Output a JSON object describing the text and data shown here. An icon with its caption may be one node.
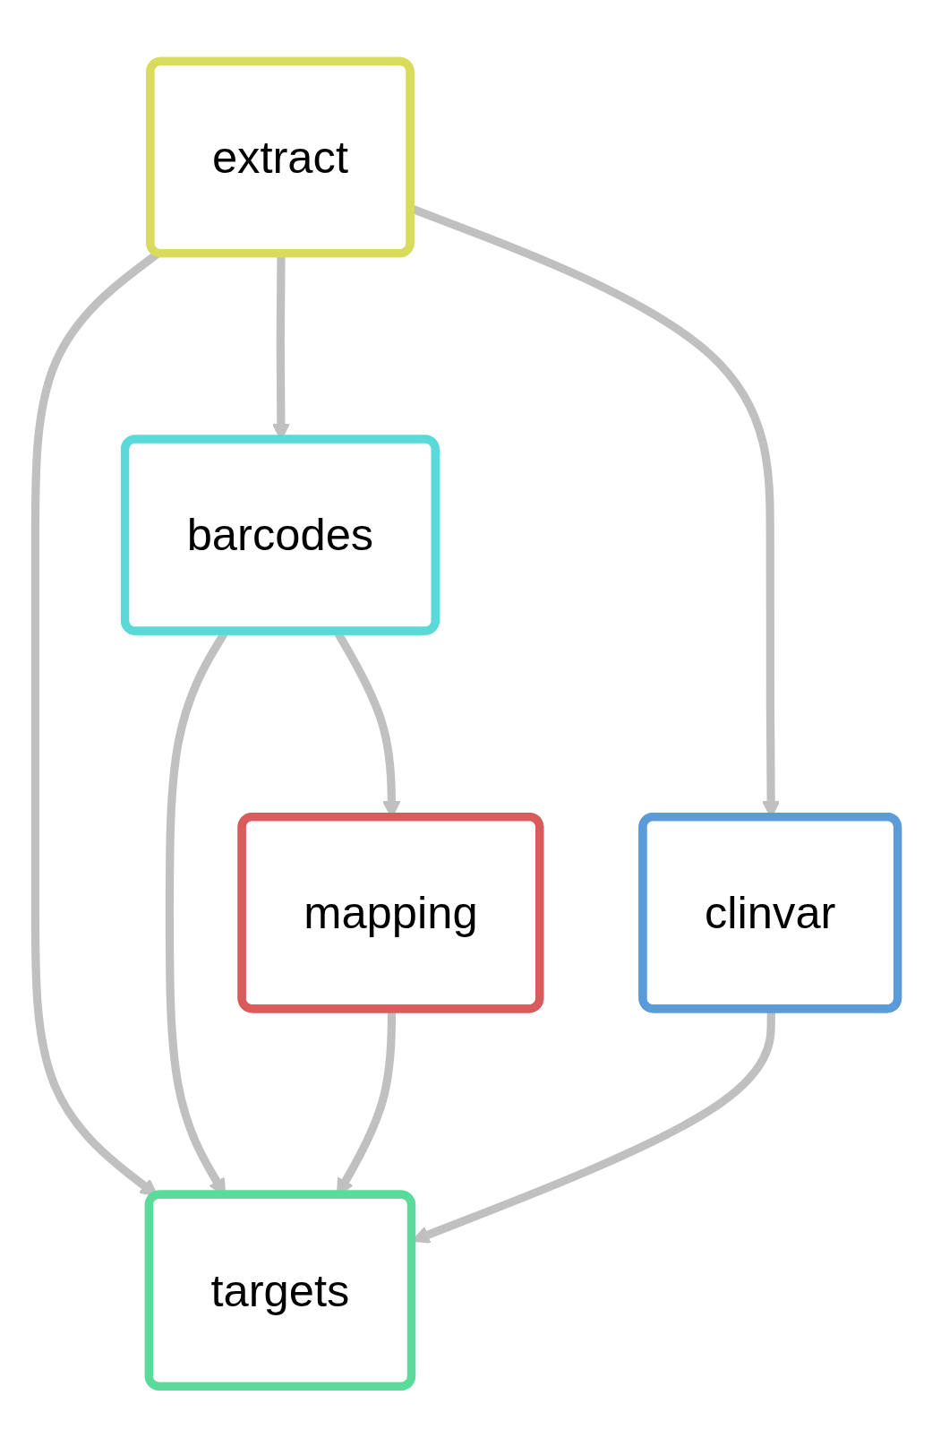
{
  "diagram": {
    "nodes": [
      {
        "text": [
          "extract"
        ]
      },
      {
        "text": [
          "barcodes"
        ]
      },
      {
        "text": [
          "mapping"
        ]
      },
      {
        "text": [
          "clinvar"
        ]
      },
      {
        "text": [
          "targets"
        ]
      }
    ],
    "edges": [
      {
        "from": 0,
        "to": 4,
        "arrow": "to"
      },
      {
        "from": 0,
        "to": 1,
        "arrow": "to"
      },
      {
        "from": 0,
        "to": 3,
        "arrow": "to"
      },
      {
        "from": 1,
        "to": 4,
        "arrow": "to"
      },
      {
        "from": 1,
        "to": 2,
        "arrow": "to"
      },
      {
        "from": 2,
        "to": 4,
        "arrow": "to"
      },
      {
        "from": 3,
        "to": 4,
        "arrow": "to"
      }
    ]
  }
}
